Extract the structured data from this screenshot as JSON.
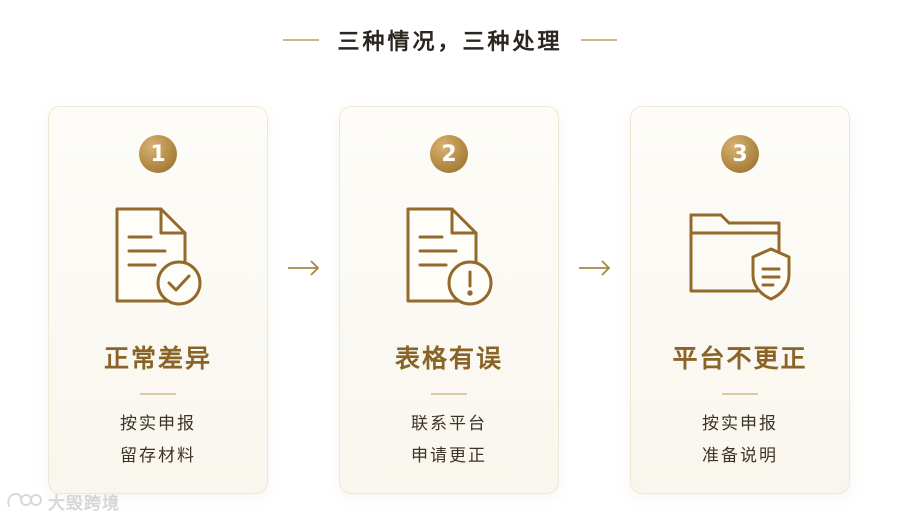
{
  "header": {
    "title": "三种情况，三种处理"
  },
  "cards": [
    {
      "badge": "1",
      "icon": "document-check-icon",
      "title": "正常差异",
      "lines": [
        "按实申报",
        "留存材料"
      ]
    },
    {
      "badge": "2",
      "icon": "document-alert-icon",
      "title": "表格有误",
      "lines": [
        "联系平台",
        "申请更正"
      ]
    },
    {
      "badge": "3",
      "icon": "folder-shield-icon",
      "title": "平台不更正",
      "lines": [
        "按实申报",
        "准备说明"
      ]
    }
  ],
  "watermark": {
    "text": "大毁跨境"
  },
  "colors": {
    "accent": "#8a6427",
    "gold": "#b38a45",
    "border": "#efe7d6"
  }
}
